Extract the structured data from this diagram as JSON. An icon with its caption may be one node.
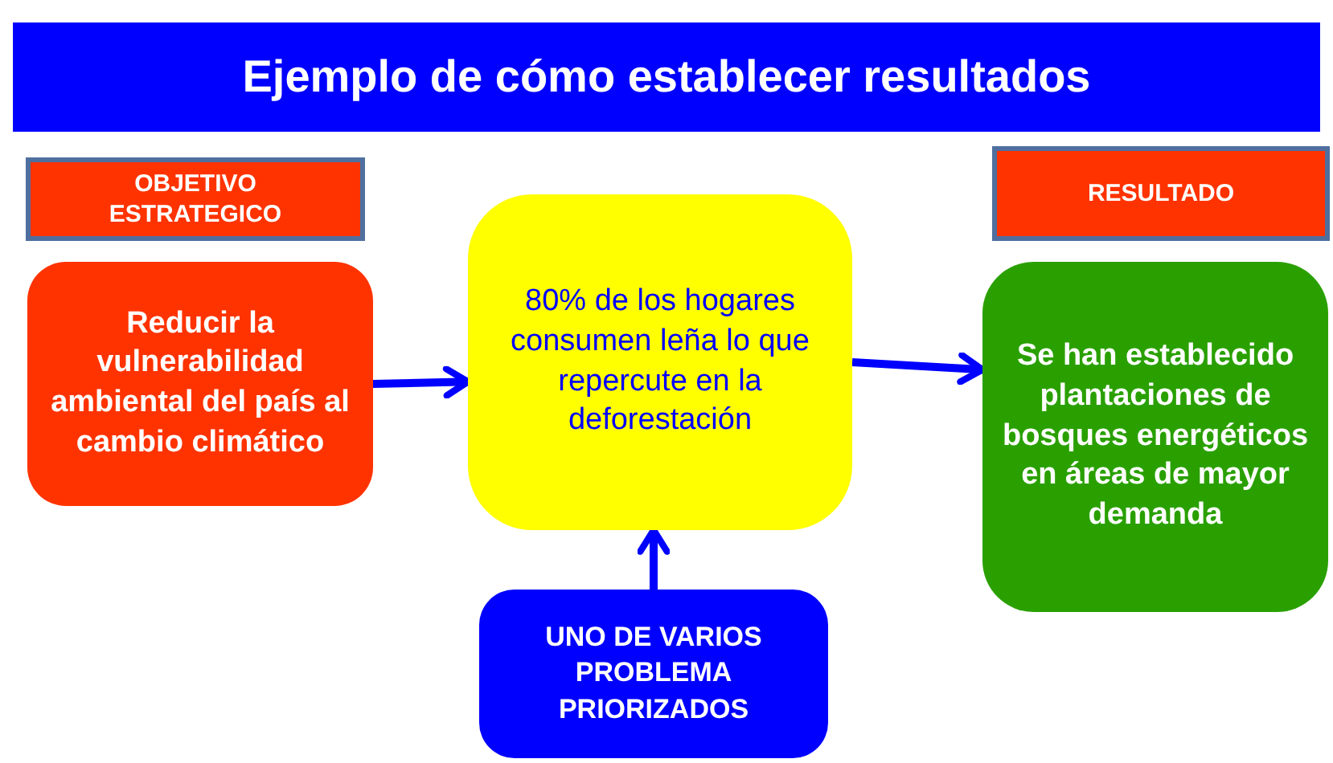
{
  "diagram": {
    "title": "Ejemplo de cómo establecer resultados",
    "nodes": [
      {
        "text": [
          "OBJETIVO ESTRATEGICO"
        ]
      },
      {
        "text": [
          "Reducir la vulnerabilidad ambiental del país al cambio climático"
        ]
      },
      {
        "text": [
          "80% de los hogares consumen leña lo que repercute en la deforestación"
        ]
      },
      {
        "text": [
          "RESULTADO"
        ]
      },
      {
        "text": [
          "Se han establecido plantaciones de bosques energéticos en áreas de mayor demanda"
        ]
      },
      {
        "text": [
          "UNO DE VARIOS PROBLEMA PRIORIZADOS"
        ]
      }
    ],
    "edges": [
      {
        "from": 1,
        "to": 2,
        "arrow": "to"
      },
      {
        "from": 2,
        "to": 4,
        "arrow": "to"
      },
      {
        "from": 5,
        "to": 2,
        "arrow": "to"
      }
    ]
  }
}
